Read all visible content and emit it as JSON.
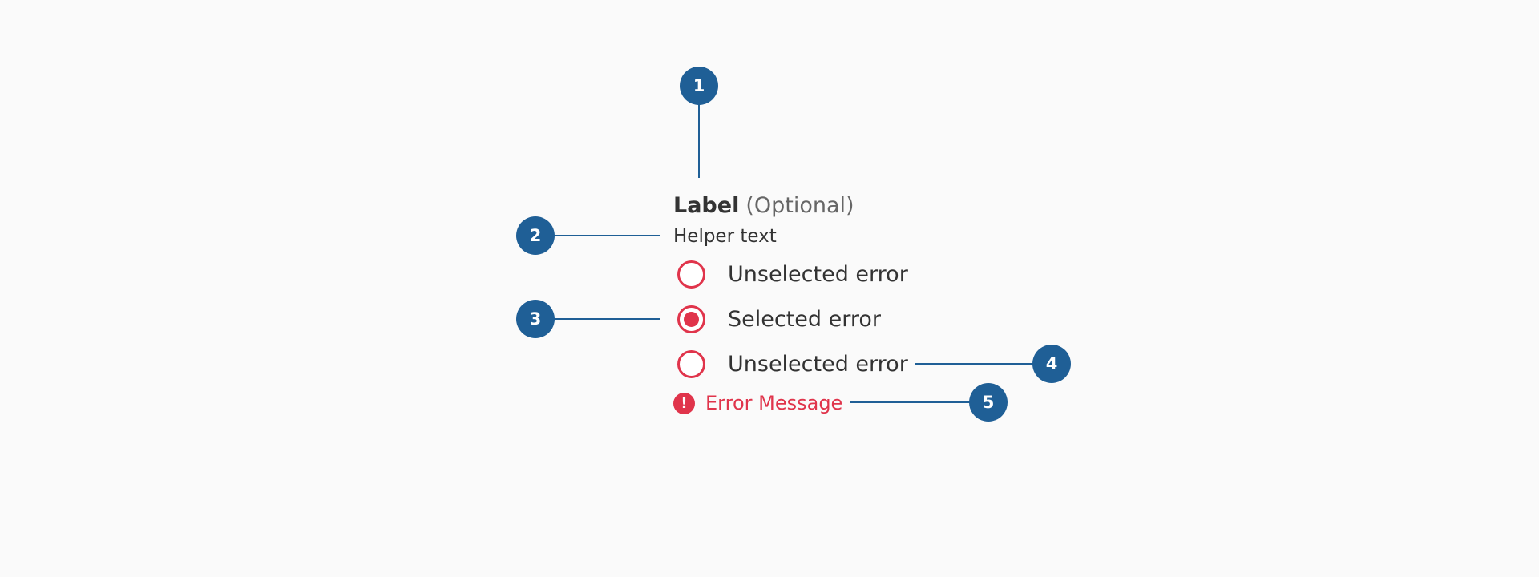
{
  "field": {
    "label": "Label",
    "optional": "(Optional)",
    "helper": "Helper text"
  },
  "options": [
    {
      "label": "Unselected error",
      "selected": false
    },
    {
      "label": "Selected error",
      "selected": true
    },
    {
      "label": "Unselected error",
      "selected": false
    }
  ],
  "error": {
    "icon": "exclamation-icon",
    "icon_glyph": "!",
    "message": "Error Message"
  },
  "callouts": [
    "1",
    "2",
    "3",
    "4",
    "5"
  ],
  "colors": {
    "callout": "#1f5f96",
    "error": "#e0344b",
    "text": "#333333",
    "muted": "#666666",
    "background": "#fafafa"
  }
}
